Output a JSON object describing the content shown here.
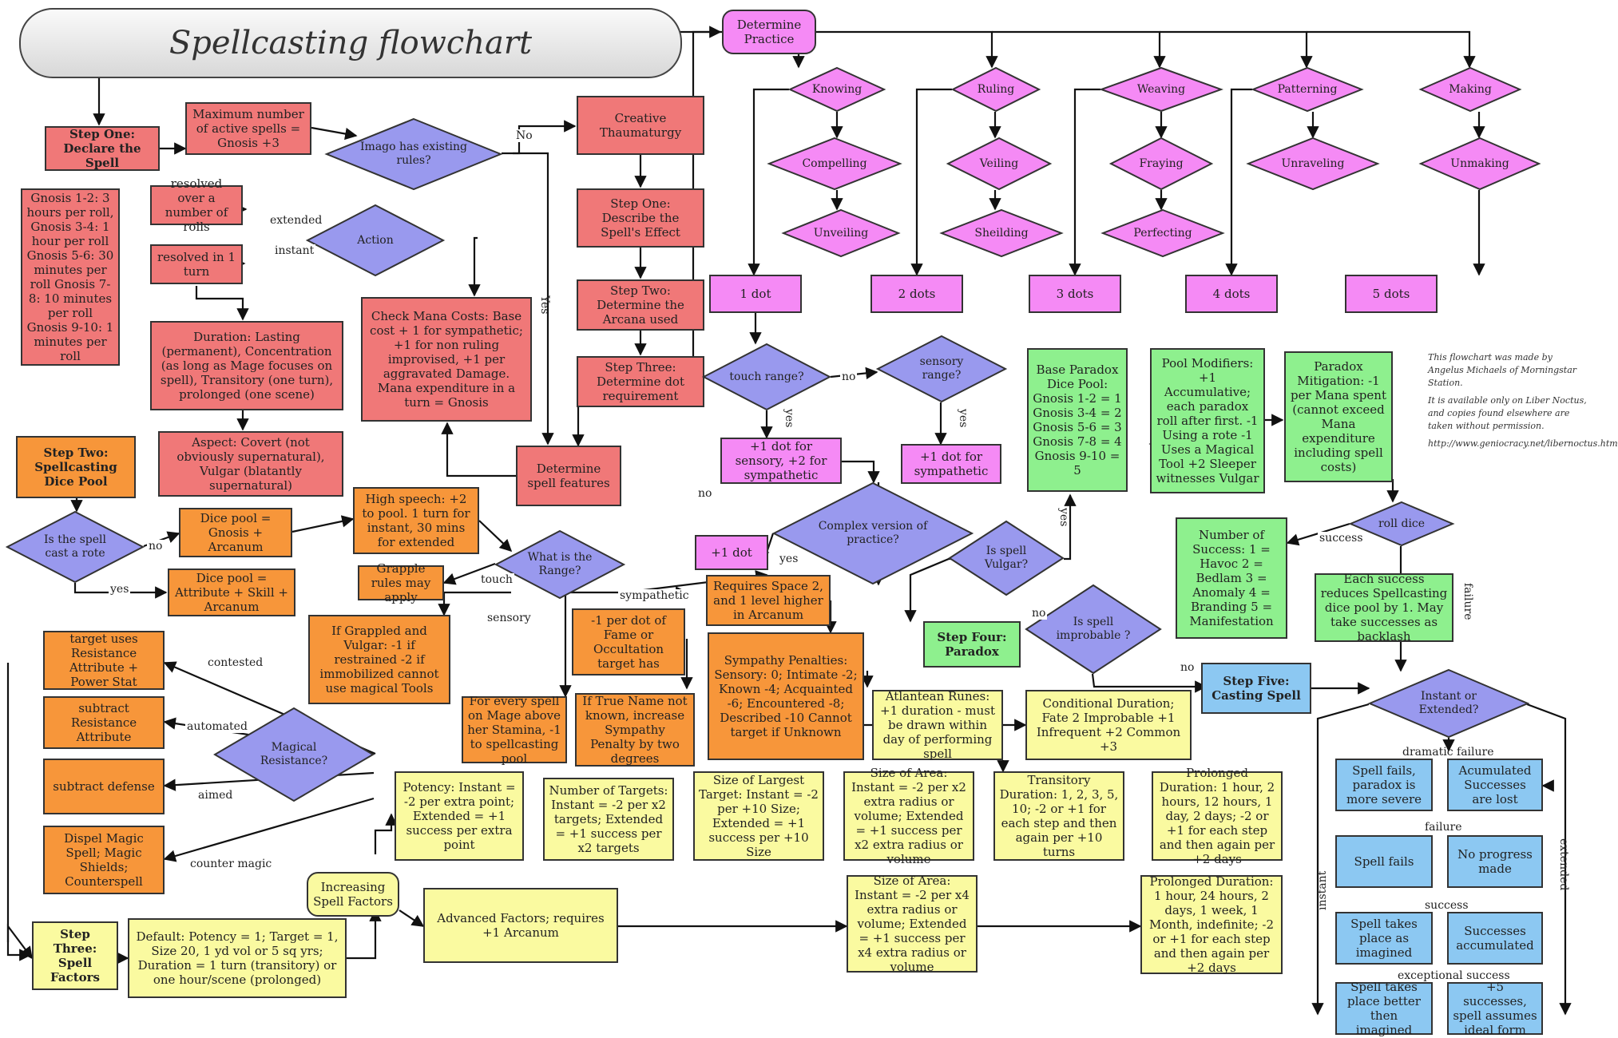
{
  "title": "Spellcasting flowchart",
  "colors": {
    "red": "#f07878",
    "orange": "#f7963a",
    "pink": "#f58af5",
    "purple": "#9999ee",
    "green": "#8ef08e",
    "yellow": "#fafaa0",
    "blue": "#8cc8f2",
    "gray": "#e0e0e0",
    "line": "#111111"
  },
  "credit": {
    "line1": "This flowchart was made by Angelus Michaels of Morningstar Station.",
    "line2": "It is available only on Liber Noctus, and copies found elsewhere are taken without permission.",
    "url": "http://www.geniocracy.net/libernoctus.htm"
  },
  "nodes": [
    {
      "id": "step1",
      "text": "Step One: Declare the Spell",
      "shape": "rect",
      "fill": "red",
      "bold": true
    },
    {
      "id": "maxspells",
      "text": "Maximum number of active spells = Gnosis +3",
      "shape": "rect",
      "fill": "red"
    },
    {
      "id": "imago",
      "text": "Imago has existing rules?",
      "shape": "diamond",
      "fill": "purple"
    },
    {
      "id": "creative",
      "text": "Creative Thaumaturgy",
      "shape": "rect",
      "fill": "red"
    },
    {
      "id": "describe",
      "text": "Step One: Describe the Spell's Effect",
      "shape": "rect",
      "fill": "red"
    },
    {
      "id": "arcana",
      "text": "Step Two: Determine the Arcana used",
      "shape": "rect",
      "fill": "red"
    },
    {
      "id": "dotreq",
      "text": "Step Three: Determine dot requirement",
      "shape": "rect",
      "fill": "red"
    },
    {
      "id": "gnosistime",
      "text": "Gnosis 1-2: 3 hours per roll, Gnosis 3-4: 1 hour per roll Gnosis 5-6: 30 minutes per roll Gnosis 7-8: 10 minutes per roll Gnosis 9-10: 1 minutes per roll",
      "shape": "rect",
      "fill": "red"
    },
    {
      "id": "resolvedover",
      "text": "resolved over a number of rolls",
      "shape": "rect",
      "fill": "red"
    },
    {
      "id": "resolved1",
      "text": "resolved in 1 turn",
      "shape": "rect",
      "fill": "red"
    },
    {
      "id": "action",
      "text": "Action",
      "shape": "diamond",
      "fill": "purple"
    },
    {
      "id": "mana",
      "text": "Check Mana Costs: Base cost + 1 for sympathetic; +1 for non ruling improvised, +1 per aggravated Damage. Mana expenditure in a turn = Gnosis",
      "shape": "rect",
      "fill": "red"
    },
    {
      "id": "duration",
      "text": "Duration: Lasting (permanent), Concentration (as long as Mage focuses on spell), Transitory (one turn), prolonged (one scene)",
      "shape": "rect",
      "fill": "red"
    },
    {
      "id": "aspect",
      "text": "Aspect: Covert (not obviously supernatural), Vulgar (blatantly supernatural)",
      "shape": "rect",
      "fill": "red"
    },
    {
      "id": "features",
      "text": "Determine spell features",
      "shape": "rect",
      "fill": "red"
    },
    {
      "id": "step2",
      "text": "Step Two: Spellcasting Dice Pool",
      "shape": "rect",
      "fill": "orange",
      "bold": true
    },
    {
      "id": "isrote",
      "text": "Is the spell cast a rote",
      "shape": "diamond",
      "fill": "purple"
    },
    {
      "id": "poolgnosis",
      "text": "Dice pool = Gnosis + Arcanum",
      "shape": "rect",
      "fill": "orange"
    },
    {
      "id": "poolattr",
      "text": "Dice pool = Attribute + Skill + Arcanum",
      "shape": "rect",
      "fill": "orange"
    },
    {
      "id": "highspeech",
      "text": "High speech: +2 to pool. 1 turn for instant, 30 mins for extended",
      "shape": "rect",
      "fill": "orange"
    },
    {
      "id": "range",
      "text": "What is the Range?",
      "shape": "diamond",
      "fill": "purple"
    },
    {
      "id": "grapple",
      "text": "Grapple rules may apply",
      "shape": "rect",
      "fill": "orange"
    },
    {
      "id": "grappled",
      "text": "If Grappled and Vulgar: -1 if restrained -2 if immobilized cannot use magical Tools",
      "shape": "rect",
      "fill": "orange"
    },
    {
      "id": "fame",
      "text": "-1 per dot of Fame or Occultation target has",
      "shape": "rect",
      "fill": "orange"
    },
    {
      "id": "space2",
      "text": "Requires Space 2, and 1 level higher in Arcanum",
      "shape": "rect",
      "fill": "orange"
    },
    {
      "id": "sympathy",
      "text": "Sympathy Penalties: Sensory: 0; Intimate -2; Known -4; Acquainted -6; Encountered -8; Described -10 Cannot target if Unknown",
      "shape": "rect",
      "fill": "orange"
    },
    {
      "id": "truename",
      "text": "If True Name not known, increase Sympathy Penalty by two degrees",
      "shape": "rect",
      "fill": "orange"
    },
    {
      "id": "everyspell",
      "text": "For every spell on Mage above her Stamina, -1 to spellcasting pool",
      "shape": "rect",
      "fill": "orange"
    },
    {
      "id": "resattr",
      "text": "target uses Resistance Attribute + Power Stat",
      "shape": "rect",
      "fill": "orange"
    },
    {
      "id": "subres",
      "text": "subtract Resistance Attribute",
      "shape": "rect",
      "fill": "orange"
    },
    {
      "id": "subdef",
      "text": "subtract defense",
      "shape": "rect",
      "fill": "orange"
    },
    {
      "id": "dispel",
      "text": "Dispel Magic Spell; Magic Shields; Counterspell",
      "shape": "rect",
      "fill": "orange"
    },
    {
      "id": "magres",
      "text": "Magical Resistance?",
      "shape": "diamond",
      "fill": "purple"
    },
    {
      "id": "practice",
      "text": "Determine Practice",
      "shape": "round",
      "fill": "pink"
    },
    {
      "id": "knowing",
      "text": "Knowing",
      "shape": "diamond",
      "fill": "pink"
    },
    {
      "id": "ruling",
      "text": "Ruling",
      "shape": "diamond",
      "fill": "pink"
    },
    {
      "id": "weaving",
      "text": "Weaving",
      "shape": "diamond",
      "fill": "pink"
    },
    {
      "id": "patterning",
      "text": "Patterning",
      "shape": "diamond",
      "fill": "pink"
    },
    {
      "id": "making",
      "text": "Making",
      "shape": "diamond",
      "fill": "pink"
    },
    {
      "id": "compelling",
      "text": "Compelling",
      "shape": "diamond",
      "fill": "pink"
    },
    {
      "id": "veiling",
      "text": "Veiling",
      "shape": "diamond",
      "fill": "pink"
    },
    {
      "id": "fraying",
      "text": "Fraying",
      "shape": "diamond",
      "fill": "pink"
    },
    {
      "id": "unraveling",
      "text": "Unraveling",
      "shape": "diamond",
      "fill": "pink"
    },
    {
      "id": "unmaking",
      "text": "Unmaking",
      "shape": "diamond",
      "fill": "pink"
    },
    {
      "id": "unveiling",
      "text": "Unveiling",
      "shape": "diamond",
      "fill": "pink"
    },
    {
      "id": "sheilding",
      "text": "Sheilding",
      "shape": "diamond",
      "fill": "pink"
    },
    {
      "id": "perfecting",
      "text": "Perfecting",
      "shape": "diamond",
      "fill": "pink"
    },
    {
      "id": "dot1",
      "text": "1 dot",
      "shape": "rect",
      "fill": "pink"
    },
    {
      "id": "dot2",
      "text": "2 dots",
      "shape": "rect",
      "fill": "pink"
    },
    {
      "id": "dot3",
      "text": "3 dots",
      "shape": "rect",
      "fill": "pink"
    },
    {
      "id": "dot4",
      "text": "4 dots",
      "shape": "rect",
      "fill": "pink"
    },
    {
      "id": "dot5",
      "text": "5 dots",
      "shape": "rect",
      "fill": "pink"
    },
    {
      "id": "touch",
      "text": "touch range?",
      "shape": "diamond",
      "fill": "purple"
    },
    {
      "id": "sensory",
      "text": "sensory range?",
      "shape": "diamond",
      "fill": "purple"
    },
    {
      "id": "plus1sens",
      "text": "+1 dot for sensory, +2 for sympathetic",
      "shape": "rect",
      "fill": "pink"
    },
    {
      "id": "plus1symp",
      "text": "+1 dot for sympathetic",
      "shape": "rect",
      "fill": "pink"
    },
    {
      "id": "complex",
      "text": "Complex version of practice?",
      "shape": "diamond",
      "fill": "purple"
    },
    {
      "id": "plus1dot",
      "text": "+1 dot",
      "shape": "rect",
      "fill": "pink"
    },
    {
      "id": "baseparadox",
      "text": "Base Paradox Dice Pool: Gnosis 1-2 = 1 Gnosis 3-4 = 2 Gnosis 5-6 = 3 Gnosis 7-8 = 4 Gnosis 9-10 = 5",
      "shape": "rect",
      "fill": "green"
    },
    {
      "id": "poolmods",
      "text": "Pool Modifiers: +1 Accumulative; each paradox roll after first. -1 Using a rote -1 Uses a Magical Tool +2 Sleeper witnesses Vulgar",
      "shape": "rect",
      "fill": "green"
    },
    {
      "id": "mitigation",
      "text": "Paradox Mitigation: -1 per Mana spent (cannot exceed Mana expenditure including spell costs)",
      "shape": "rect",
      "fill": "green"
    },
    {
      "id": "rolldice",
      "text": "roll dice",
      "shape": "diamond",
      "fill": "purple"
    },
    {
      "id": "numsuccess",
      "text": "Number of Success: 1 = Havoc 2 = Bedlam 3 = Anomaly 4 = Branding 5 = Manifestation",
      "shape": "rect",
      "fill": "green"
    },
    {
      "id": "eachsuccess",
      "text": "Each success reduces Spellcasting dice pool by 1. May take successes as backlash",
      "shape": "rect",
      "fill": "green"
    },
    {
      "id": "isvulgar",
      "text": "Is spell Vulgar?",
      "shape": "diamond",
      "fill": "purple"
    },
    {
      "id": "improbable",
      "text": "Is spell improbable ?",
      "shape": "diamond",
      "fill": "purple"
    },
    {
      "id": "step4",
      "text": "Step Four: Paradox",
      "shape": "rect",
      "fill": "green",
      "bold": true
    },
    {
      "id": "step5",
      "text": "Step Five: Casting Spell",
      "shape": "rect",
      "fill": "blue",
      "bold": true
    },
    {
      "id": "instext",
      "text": "Instant or Extended?",
      "shape": "diamond",
      "fill": "purple"
    },
    {
      "id": "atlantean",
      "text": "Atlantean Runes: +1 duration - must be drawn within day of performing spell",
      "shape": "rect",
      "fill": "yellow"
    },
    {
      "id": "conditional",
      "text": "Conditional Duration; Fate 2 Improbable +1 Infrequent +2 Common +3",
      "shape": "rect",
      "fill": "yellow"
    },
    {
      "id": "potency",
      "text": "Potency: Instant = -2 per extra point; Extended = +1 success per extra point",
      "shape": "rect",
      "fill": "yellow"
    },
    {
      "id": "targets",
      "text": "Number of Targets: Instant = -2 per x2 targets; Extended = +1 success per x2 targets",
      "shape": "rect",
      "fill": "yellow"
    },
    {
      "id": "largest",
      "text": "Size of Largest Target: Instant = -2 per +10 Size; Extended = +1 success per +10 Size",
      "shape": "rect",
      "fill": "yellow"
    },
    {
      "id": "area1",
      "text": "Size of Area: Instant = -2 per x2 extra radius or volume; Extended = +1 success per x2 extra radius or volume",
      "shape": "rect",
      "fill": "yellow"
    },
    {
      "id": "transitory",
      "text": "Transitory Duration: 1, 2, 3, 5, 10; -2 or +1 for each step and then again per +10 turns",
      "shape": "rect",
      "fill": "yellow"
    },
    {
      "id": "prolonged1",
      "text": "Prolonged Duration: 1 hour, 2 hours, 12 hours, 1 day, 2 days; -2 or +1 for each step and then again per +2 days",
      "shape": "rect",
      "fill": "yellow"
    },
    {
      "id": "increasing",
      "text": "Increasing Spell Factors",
      "shape": "round",
      "fill": "yellow"
    },
    {
      "id": "advanced",
      "text": "Advanced Factors; requires +1 Arcanum",
      "shape": "rect",
      "fill": "yellow"
    },
    {
      "id": "area2",
      "text": "Size of Area: Instant = -2 per x4 extra radius or volume; Extended = +1 success per x4 extra radius or volume",
      "shape": "rect",
      "fill": "yellow"
    },
    {
      "id": "prolonged2",
      "text": "Prolonged Duration: 1 hour, 24 hours, 2 days, 1 week, 1 Month, indefinite; -2 or +1 for each step and then again per +2 days",
      "shape": "rect",
      "fill": "yellow"
    },
    {
      "id": "step3",
      "text": "Step Three: Spell Factors",
      "shape": "rect",
      "fill": "yellow",
      "bold": true
    },
    {
      "id": "default",
      "text": "Default: Potency = 1; Target = 1, Size 20, 1 yd vol or 5 sq yrs; Duration = 1 turn (transitory) or one hour/scene (prolonged)",
      "shape": "rect",
      "fill": "yellow"
    },
    {
      "id": "spellfails2",
      "text": "Spell fails, paradox is more severe",
      "shape": "rect",
      "fill": "blue"
    },
    {
      "id": "accumlost",
      "text": "Acumulated Successes are lost",
      "shape": "rect",
      "fill": "blue"
    },
    {
      "id": "spellfails",
      "text": "Spell fails",
      "shape": "rect",
      "fill": "blue"
    },
    {
      "id": "noprogress",
      "text": "No progress made",
      "shape": "rect",
      "fill": "blue"
    },
    {
      "id": "takesplace",
      "text": "Spell takes place as imagined",
      "shape": "rect",
      "fill": "blue"
    },
    {
      "id": "succaccum",
      "text": "Successes accumulated",
      "shape": "rect",
      "fill": "blue"
    },
    {
      "id": "better",
      "text": "Spell takes place better then imagined",
      "shape": "rect",
      "fill": "blue"
    },
    {
      "id": "plus5",
      "text": "+5 successes, spell assumes ideal form",
      "shape": "rect",
      "fill": "blue"
    }
  ],
  "edge_labels": [
    {
      "id": "no1",
      "text": "No"
    },
    {
      "id": "yes1",
      "text": "Yes",
      "vertical": true
    },
    {
      "id": "extended",
      "text": "extended"
    },
    {
      "id": "instant",
      "text": "instant"
    },
    {
      "id": "no2",
      "text": "no"
    },
    {
      "id": "yes2",
      "text": "yes"
    },
    {
      "id": "touchl",
      "text": "touch"
    },
    {
      "id": "sympl",
      "text": "sympathetic"
    },
    {
      "id": "sensl",
      "text": "sensory"
    },
    {
      "id": "contested",
      "text": "contested"
    },
    {
      "id": "automated",
      "text": "automated"
    },
    {
      "id": "aimed",
      "text": "aimed"
    },
    {
      "id": "counter",
      "text": "counter magic"
    },
    {
      "id": "no3",
      "text": "no"
    },
    {
      "id": "yes3",
      "text": "yes",
      "vertical": true
    },
    {
      "id": "yes4",
      "text": "yes",
      "vertical": true
    },
    {
      "id": "no4",
      "text": "no"
    },
    {
      "id": "yes5",
      "text": "yes"
    },
    {
      "id": "yes6",
      "text": "yes",
      "vertical": true
    },
    {
      "id": "no5",
      "text": "no"
    },
    {
      "id": "no6",
      "text": "no"
    },
    {
      "id": "successl",
      "text": "success"
    },
    {
      "id": "failurev",
      "text": "failure",
      "vertical": true
    },
    {
      "id": "instantv",
      "text": "instant",
      "vertical": true
    },
    {
      "id": "extendedv",
      "text": "extended",
      "vertical": true
    }
  ],
  "section_captions": [
    {
      "id": "dramatic",
      "text": "dramatic failure"
    },
    {
      "id": "failure",
      "text": "failure"
    },
    {
      "id": "success",
      "text": "success"
    },
    {
      "id": "exceptional",
      "text": "exceptional success"
    }
  ]
}
